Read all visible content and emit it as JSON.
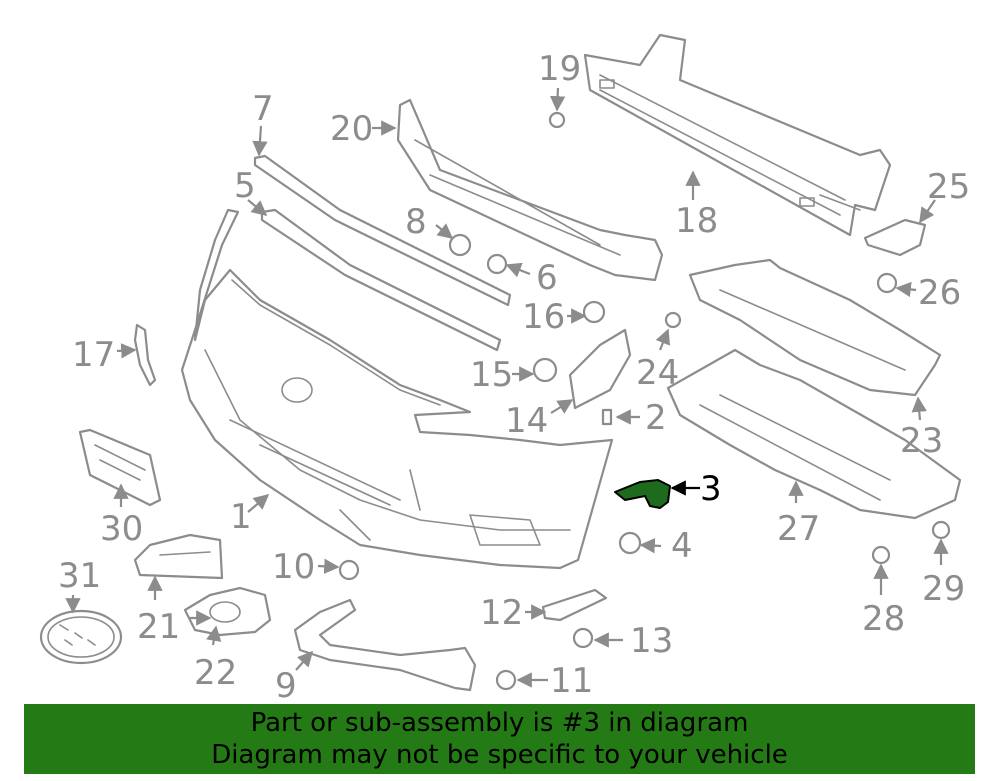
{
  "banner": {
    "line1": "Part or sub-assembly is #3 in diagram",
    "line2": "Diagram may not be specific to your vehicle",
    "color": "#247a14"
  },
  "highlight_color": "#1e6b1e",
  "callouts": {
    "c1": "1",
    "c2": "2",
    "c3": "3",
    "c4": "4",
    "c5": "5",
    "c6": "6",
    "c7": "7",
    "c8": "8",
    "c9": "9",
    "c10": "10",
    "c11": "11",
    "c12": "12",
    "c13": "13",
    "c14": "14",
    "c15": "15",
    "c16": "16",
    "c17": "17",
    "c18": "18",
    "c19": "19",
    "c20": "20",
    "c21": "21",
    "c22": "22",
    "c23": "23",
    "c24": "24",
    "c25": "25",
    "c26": "26",
    "c27": "27",
    "c28": "28",
    "c29": "29",
    "c30": "30",
    "c31": "31"
  }
}
